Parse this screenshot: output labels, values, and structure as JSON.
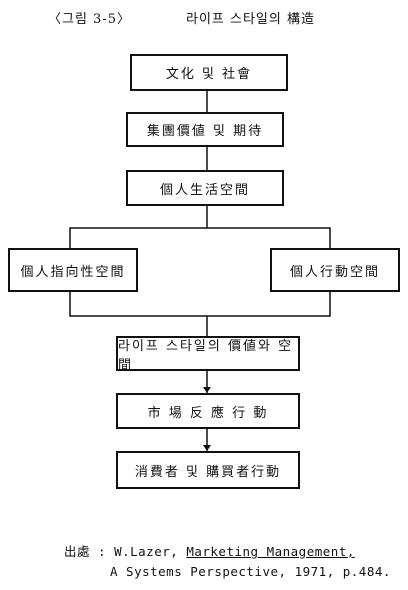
{
  "figure": {
    "number": "〈그림 3-5〉",
    "title": "라이프 스타일의 構造"
  },
  "nodes": {
    "culture": "文化 및 社會",
    "group": "集團價値 및 期待",
    "personal_space": "個人生活空間",
    "oriented_space": "個人指向性空間",
    "action_space": "個人行動空間",
    "lifestyle": "라이프 스타일의 價値와 空間",
    "market": "市 場 反 應 行 動",
    "consumer": "消費者 및 購買者行動"
  },
  "source": {
    "prefix": "出處 : W.Lazer,",
    "book": "Marketing Management,",
    "line2": "A Systems Perspective, 1971, p.484."
  }
}
